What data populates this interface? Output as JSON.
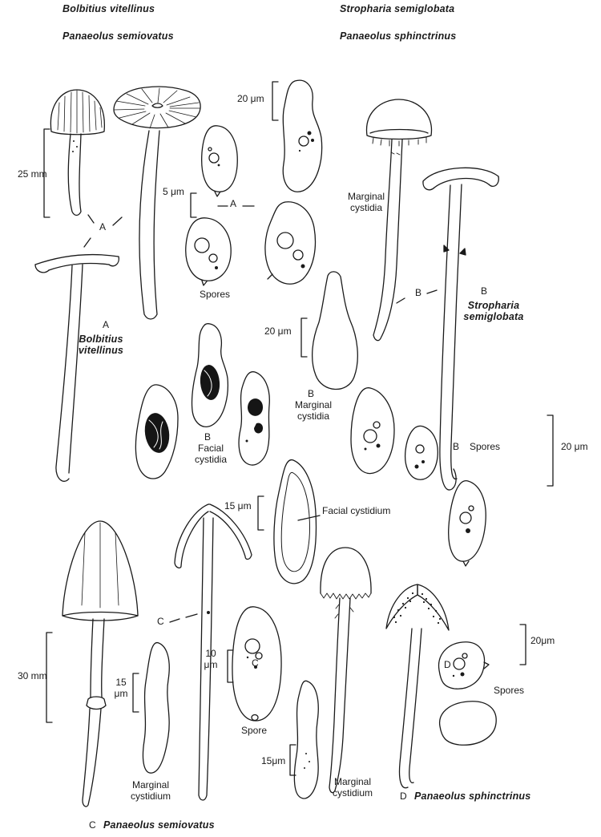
{
  "page": {
    "background": "#ffffff",
    "ink": "#1a1a1a"
  },
  "header": {
    "bolbitius": "Bolbitius vitellinus",
    "panaeolus_semiovatus": "Panaeolus semiovatus",
    "stropharia": "Stropharia semiglobata",
    "panaeolus_sphinctrinus": "Panaeolus sphinctrinus"
  },
  "scales": {
    "mm25": "25 mm",
    "um20_a": "20 μm",
    "um5": "5 μm",
    "um20_b": "20 μm",
    "um20_spores_b": "20 μm",
    "um15_facial": "15 μm",
    "mm30": "30 mm",
    "um10_l1": "10",
    "um10_l2": "μm",
    "um15_c_l1": "15",
    "um15_c_l2": "μm",
    "um15_d": "15μm",
    "um20_d": "20μm"
  },
  "marks": {
    "a_pointer": "A",
    "a_mid": "A",
    "a_section": "A",
    "b_pointer": "B",
    "b_section": "B",
    "b_marginal": "B",
    "b_facial": "B",
    "b_spores": "B",
    "c_pointer": "C",
    "c_spore": "C",
    "d_spore": "D",
    "caption_c_letter": "C",
    "caption_d_letter": "D"
  },
  "names": {
    "a_l1": "Bolbitius",
    "a_l2": "vitellinus",
    "b_l1": "Stropharia",
    "b_l2": "semiglobata",
    "caption_c": "Panaeolus semiovatus",
    "caption_d": "Panaeolus sphinctrinus"
  },
  "annotations": {
    "marginal_l1": "Marginal",
    "marginal_cystidia_l2": "cystidia",
    "marginal_cystidium_l2": "cystidium",
    "facial_l1": "Facial",
    "facial_l2": "cystidia",
    "facial_cystidium": "Facial cystidium",
    "spores": "Spores",
    "spore": "Spore"
  }
}
